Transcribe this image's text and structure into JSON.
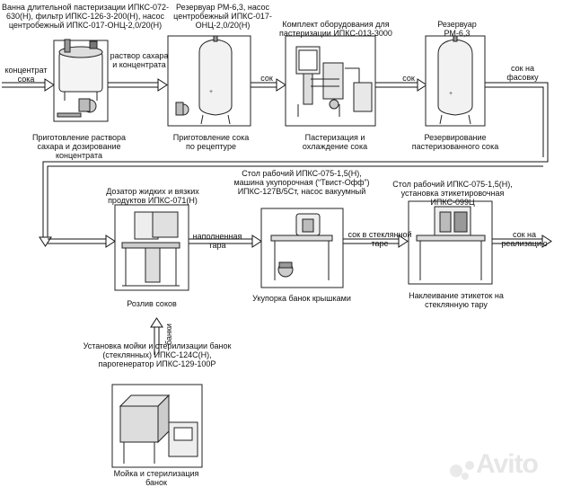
{
  "nodes": {
    "n1_top": "Ванна длительной пастеризации ИПКС-072-630(Н), фильтр ИПКС-126-3-200(Н), насос центробежный ИПКС-017-ОНЦ-2,0/20(Н)",
    "n1_bottom": "Приготовление раствора сахара и дозирование концентрата",
    "n2_top": "Резервуар РМ-6,3, насос центробежный ИПКС-017-ОНЦ-2,0/20(Н)",
    "n2_bottom": "Приготовление сока по рецептуре",
    "n3_top": "Комплект оборудования для пастеризации ИПКС-013-3000",
    "n3_bottom": "Пастеризация и охлаждение сока",
    "n4_top": "Резервуар РМ-6,3",
    "n4_bottom": "Резервирование пастеризованного сока",
    "n5_top": "Дозатор жидких и вязких продуктов ИПКС-071(Н)",
    "n5_bottom": "Розлив соков",
    "n6_top": "Стол рабочий ИПКС-075-1,5(Н), машина укупорочная (“Твист-Офф”) ИПКС-127В/5Ст, насос вакуумный",
    "n6_bottom": "Укупорка банок крышками",
    "n7_top": "Стол рабочий ИПКС-075-1,5(Н), установка этикетировочная ИПКС-099Ц",
    "n7_bottom": "Наклеивание этикеток на стеклянную тару",
    "n8_top": "Установка мойки и стерилизации банок (стеклянных) ИПКС-124С(Н), парогенератор ИПКС-129-100Р",
    "n8_bottom": "Мойка и стерилизация банок"
  },
  "flows": {
    "f0": "концентрат сока",
    "f1": "раствор сахара и концентрата",
    "f2": "сок",
    "f3": "сок",
    "f4": "сок на фасовку",
    "f5": "наполненная тара",
    "f6": "сок в стеклянной таре",
    "f7": "сок на реализацию",
    "f8": "банки"
  },
  "watermark": "Avito"
}
